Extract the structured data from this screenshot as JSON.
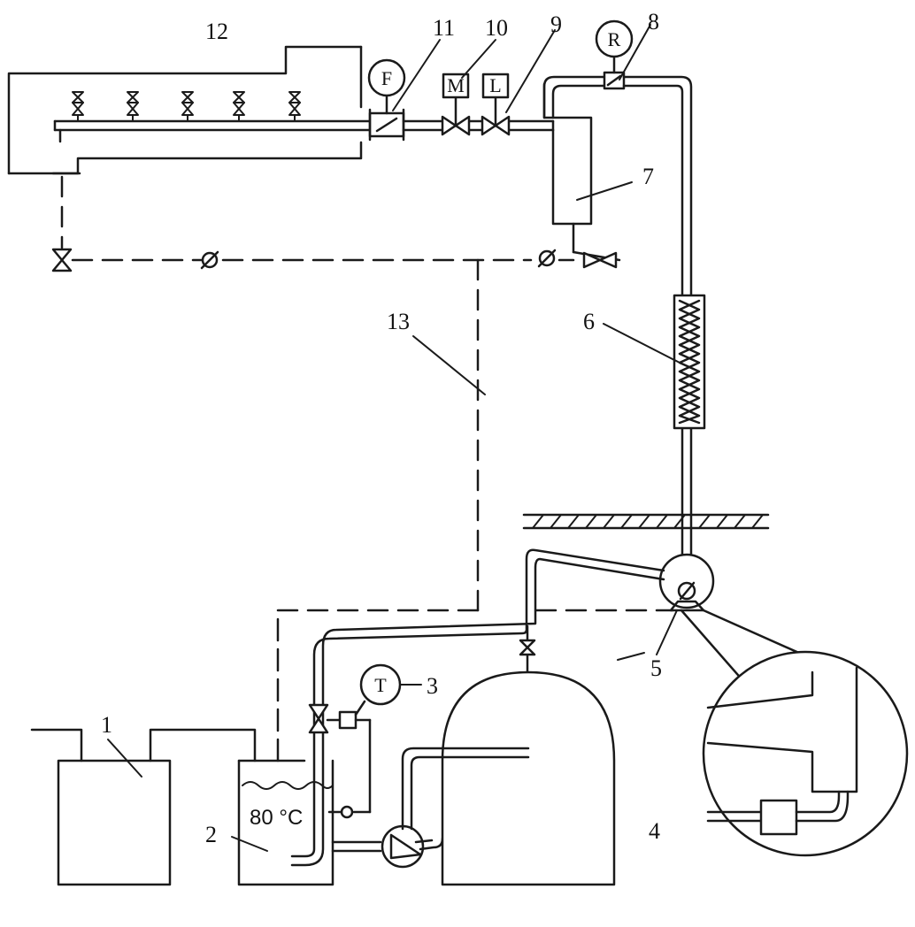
{
  "labels": {
    "n1": "1",
    "n2": "2",
    "n3": "3",
    "n4": "4",
    "n5": "5",
    "n6": "6",
    "n7": "7",
    "n8": "8",
    "n9": "9",
    "n10": "10",
    "n11": "11",
    "n12": "12",
    "n13": "13"
  },
  "instruments": {
    "F": "F",
    "M": "M",
    "L": "L",
    "R": "R",
    "T": "T"
  },
  "temperature": "80 °C",
  "colors": {
    "ink": "#1a1a1a",
    "background": "#ffffff"
  }
}
